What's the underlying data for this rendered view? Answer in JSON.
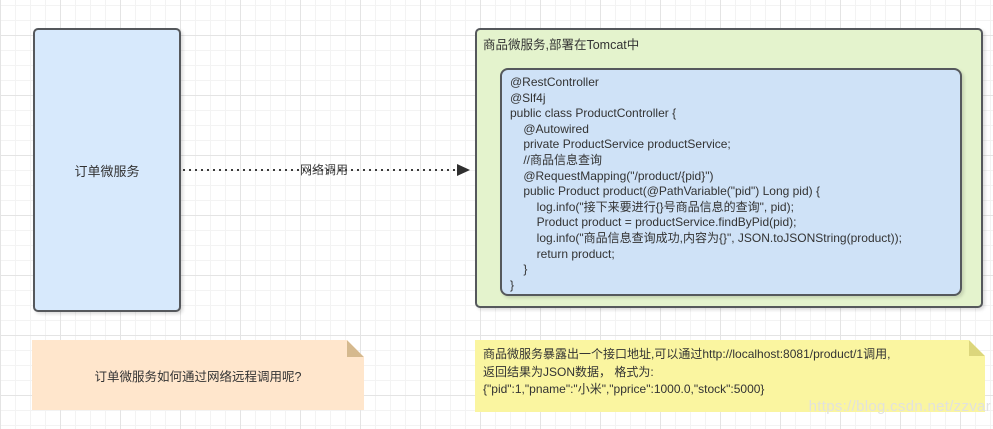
{
  "order_service_box": {
    "label": "订单微服务"
  },
  "connector": {
    "label": "网络调用"
  },
  "product_container": {
    "title": "商品微服务,部署在Tomcat中",
    "code": {
      "lines": [
        "@RestController",
        "@Slf4j",
        "public class ProductController {",
        "    @Autowired",
        "    private ProductService productService;",
        "    //商品信息查询",
        "    @RequestMapping(\"/product/{pid}\")",
        "    public Product product(@PathVariable(\"pid\") Long pid) {",
        "        log.info(\"接下来要进行{}号商品信息的查询\", pid);",
        "        Product product = productService.findByPid(pid);",
        "        log.info(\"商品信息查询成功,内容为{}\", JSON.toJSONString(product));",
        "        return product;",
        "    }",
        "}"
      ]
    }
  },
  "orange_note": {
    "text": "订单微服务如何通过网络远程调用呢?"
  },
  "yellow_note": {
    "lines": [
      "商品微服务暴露出一个接口地址,可以通过http://localhost:8081/product/1调用,",
      "返回结果为JSON数据， 格式为:",
      "{\"pid\":1,\"pname\":\"小米\",\"pprice\":1000.0,\"stock\":5000}"
    ]
  },
  "watermark": {
    "text": "https://blog.csdn.net/zzvar"
  },
  "colors": {
    "order_box_fill": "#d7e9fc",
    "code_box_fill": "#cfe2f7",
    "container_fill": "#e4f3cd",
    "shape_border": "#55585c",
    "orange_note_fill": "#ffe6cc",
    "orange_note_fold": "#d5b98e",
    "yellow_note_fill": "#faf5a0",
    "yellow_note_fold": "#dcd67c",
    "connector_color": "#2f2f2f",
    "text_color": "#333333"
  }
}
